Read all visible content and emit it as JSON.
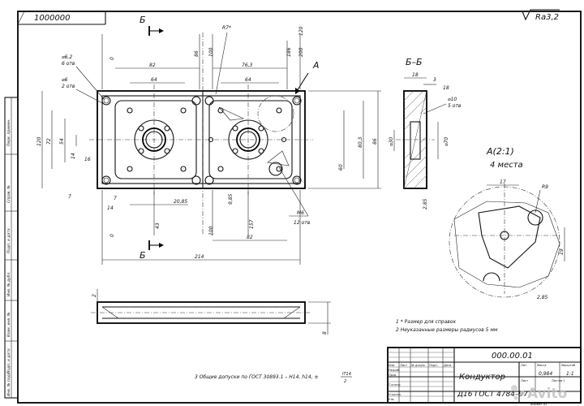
{
  "doc_code_box": "1000000",
  "roughness": "Ra3,2",
  "section_label_left": "Б",
  "section_label_bottom": "Б",
  "view_a_label": "А",
  "section_title": "Б–Б",
  "detail_title": "А(2:1)",
  "detail_subtitle": "4 места",
  "notes": [
    "1  * Размер для справок",
    "2  Неуказанные размеры радиусов 5 мм"
  ],
  "tolerance_note": "3  Общие допуски по ГОСТ 30893.1 – H14, h14, ±",
  "tolerance_fraction": {
    "num": "IT14",
    "den": "2"
  },
  "dims_top": [
    "0",
    "86",
    "100",
    "120",
    "186",
    "200"
  ],
  "dims_top_extra": [
    "R7*",
    "82",
    "76,3",
    "64",
    "64"
  ],
  "dims_left": [
    "120",
    "72",
    "54",
    "14",
    "16",
    "7"
  ],
  "hole_callouts_left": [
    "⌀6,2",
    "6 отв",
    "⌀6",
    "2 отв"
  ],
  "dims_right": [
    "86",
    "80,3",
    "60"
  ],
  "dims_bottom": [
    "0",
    "43",
    "100",
    "157",
    "214",
    "20,85",
    "9,85",
    "7",
    "14",
    "82"
  ],
  "thread_callout": [
    "М6",
    "12 отв"
  ],
  "section_dims": [
    "18",
    "3",
    "18",
    "⌀10",
    "5 отв",
    "⌀70",
    "⌀30"
  ],
  "detail_dims": [
    "17",
    "R9",
    "2,85",
    "19",
    "2,85"
  ],
  "side_dims": [
    "2",
    "8"
  ],
  "title_block": {
    "drawing_no": "000.00.01",
    "name": "Кондуктор",
    "material": "Д16  ГОСТ 4784–97",
    "mass": "0,984",
    "scale": "1:1",
    "header_cells": [
      "Изм",
      "Лист",
      "№ докум.",
      "Подп.",
      "Дата"
    ],
    "role_cells": [
      "Разраб.",
      "Пров.",
      "Т.контр.",
      "Н.контр.",
      "Утв."
    ],
    "lit_mass_scale": [
      "Лит.",
      "Масса",
      "Масштаб"
    ],
    "sheet": "Лист",
    "sheets": "Листов 1",
    "format": "Формат A3"
  },
  "side_stamps": [
    "Перв. примен.",
    "Справ. №",
    "Подп. и дата",
    "Инв. № дубл.",
    "Взам. инв. №",
    "Подп. и дата",
    "Инв. № подл."
  ],
  "watermark": "Avito"
}
